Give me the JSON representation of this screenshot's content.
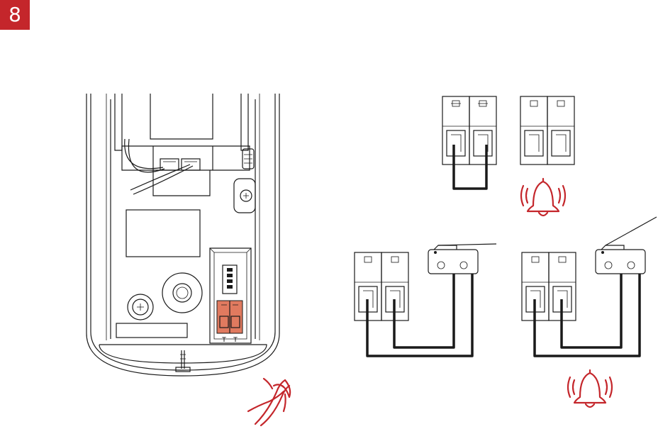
{
  "step": {
    "number": "8"
  },
  "colors": {
    "accent": "#c4262b",
    "terminal_highlight": "#e07a5f",
    "line": "#1a1a1a"
  },
  "device": {
    "jumper_labels": [
      "T",
      "T"
    ]
  },
  "icons": [
    "bell-icon",
    "pliers-icon",
    "screw-icon"
  ]
}
